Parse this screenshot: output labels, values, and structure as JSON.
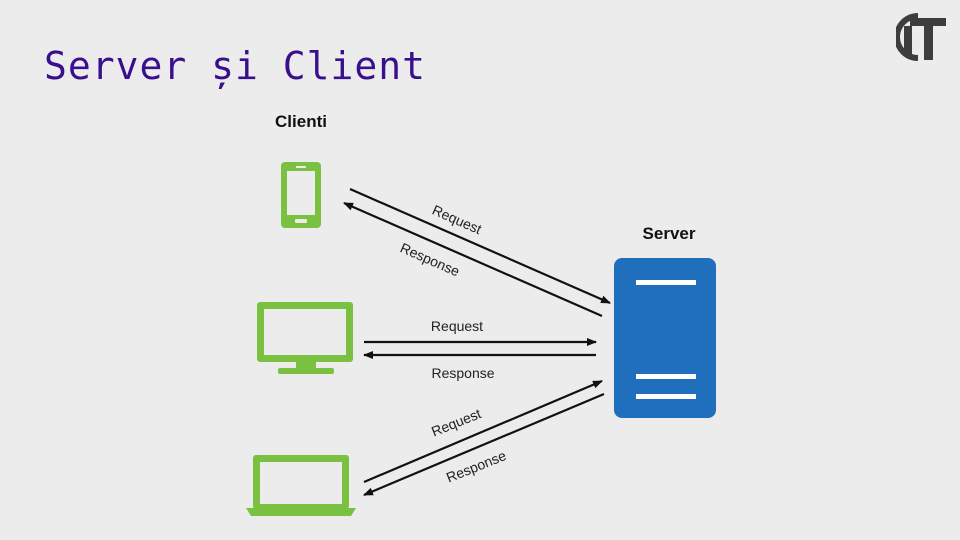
{
  "slide": {
    "title": "Server și Client",
    "logo_icon": "it-logo-icon"
  },
  "diagram": {
    "clients_label": "Clienti",
    "server_label": "Server",
    "client_devices": [
      "smartphone-icon",
      "desktop-monitor-icon",
      "laptop-icon"
    ],
    "connections": [
      {
        "client": "smartphone",
        "request_label": "Request",
        "response_label": "Response"
      },
      {
        "client": "desktop",
        "request_label": "Request",
        "response_label": "Response"
      },
      {
        "client": "laptop",
        "request_label": "Request",
        "response_label": "Response"
      }
    ]
  },
  "colors": {
    "title": "#3a0f8e",
    "client_device": "#7ac142",
    "server": "#1f6fbd",
    "arrow": "#111111",
    "logo": "#3d3d3d"
  }
}
